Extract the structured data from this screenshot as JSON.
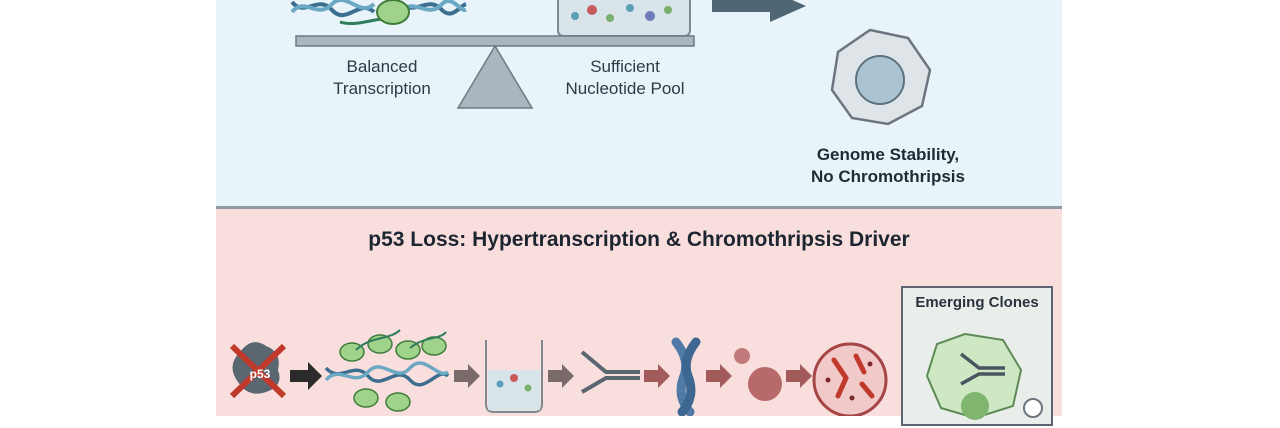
{
  "top": {
    "label_left": [
      "Balanced",
      "Transcription"
    ],
    "label_right": [
      "Sufficient",
      "Nucleotide Pool"
    ],
    "outcome": [
      "Genome Stability,",
      "No Chromothripsis"
    ]
  },
  "bottom": {
    "title": "p53 Loss: Hypertranscription & Chromothripsis Driver",
    "p53_label": "p53",
    "emerging_clones": "Emerging Clones"
  },
  "colors": {
    "top_bg": "#e8f3fa",
    "bottom_bg": "#f9dede",
    "arrow_dark": "#2b2b2b",
    "arrow_mid": "#7a6a6a",
    "arrow_red": "#a25a5a"
  }
}
